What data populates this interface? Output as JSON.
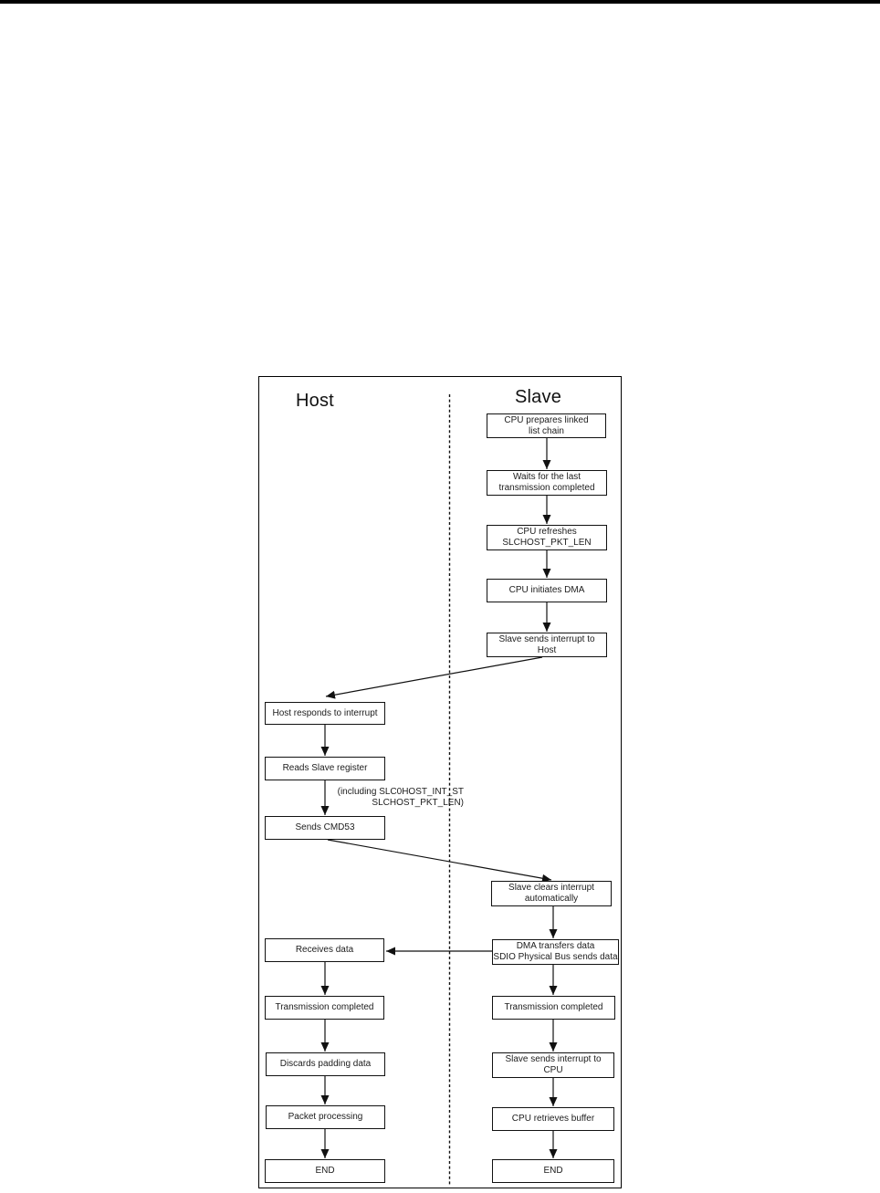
{
  "figure": {
    "host_title": "Host",
    "slave_title": "Slave",
    "annotation": "(including SLC0HOST_INT_ST\nSLCHOST_PKT_LEN)",
    "host_nodes": [
      "Host responds to interrupt",
      "Reads Slave register",
      "Sends CMD53",
      "Receives data",
      "Transmission completed",
      "Discards padding data",
      "Packet processing",
      "END"
    ],
    "slave_nodes": [
      "CPU prepares linked\nlist chain",
      "Waits for the last\ntransmission completed",
      "CPU refreshes\nSLCHOST_PKT_LEN",
      "CPU initiates DMA",
      "Slave sends interrupt to\nHost",
      "Slave clears interrupt\nautomatically",
      "DMA transfers data\nSDIO Physical Bus sends data",
      "Transmission completed",
      "Slave sends interrupt to\nCPU",
      "CPU retrieves buffer",
      "END"
    ]
  }
}
